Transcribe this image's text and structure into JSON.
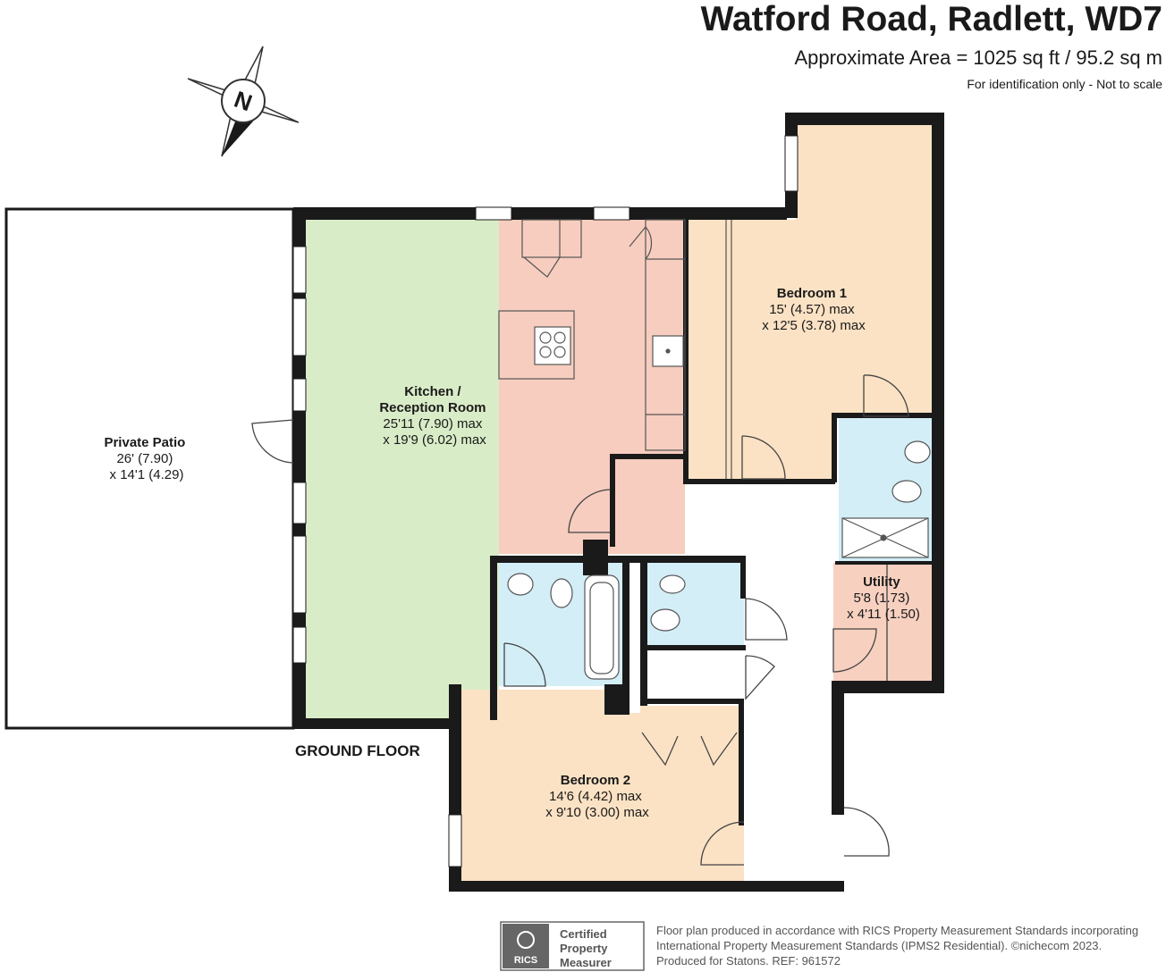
{
  "header": {
    "title": "Watford Road, Radlett, WD7",
    "area": "Approximate Area = 1025 sq ft / 95.2 sq m",
    "note": "For identification only - Not to scale"
  },
  "compass": {
    "label": "N"
  },
  "rooms": {
    "patio": {
      "name": "Private Patio",
      "dim1": "26' (7.90)",
      "dim2": "x 14'1 (4.29)"
    },
    "kitchen": {
      "name1": "Kitchen /",
      "name2": "Reception Room",
      "dim1": "25'11 (7.90) max",
      "dim2": "x 19'9 (6.02) max"
    },
    "bedroom1": {
      "name": "Bedroom 1",
      "dim1": "15' (4.57) max",
      "dim2": "x 12'5 (3.78) max"
    },
    "utility": {
      "name": "Utility",
      "dim1": "5'8 (1.73)",
      "dim2": "x 4'11 (1.50)"
    },
    "bedroom2": {
      "name": "Bedroom 2",
      "dim1": "14'6 (4.42) max",
      "dim2": "x 9'10 (3.00) max"
    }
  },
  "floor_label": "GROUND FLOOR",
  "badge": {
    "org": "RICS",
    "line1": "Certified",
    "line2": "Property",
    "line3": "Measurer"
  },
  "footer": {
    "line1": "Floor plan produced in accordance with RICS Property Measurement Standards incorporating",
    "line2": "International Property Measurement Standards (IPMS2 Residential).   ©nichecom 2023.",
    "line3": "Produced for Statons.   REF: 961572"
  },
  "colors": {
    "kitchen_green": "#d9ecc8",
    "kitchen_pink": "#f7cdbf",
    "bedroom": "#fbe2c4",
    "bathroom": "#d3eef7",
    "utility": "#f7d0c0",
    "wall": "#1a1a1a"
  }
}
